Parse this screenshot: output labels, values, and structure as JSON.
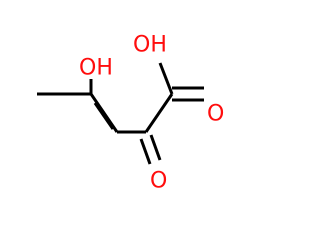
{
  "molecule": {
    "atoms": {
      "hydroxyl_oxygen": "OH",
      "acid_hydroxyl_oxygen": "OH",
      "carbonyl_oxygen_acid": "O",
      "keto_oxygen": "O"
    },
    "colors": {
      "bond": "#000000",
      "oxygen": "#ff0d0d"
    }
  }
}
